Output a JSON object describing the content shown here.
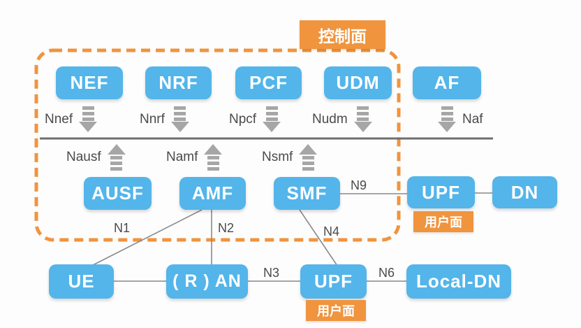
{
  "planes": {
    "control": "控制面",
    "user": "用户面"
  },
  "nodes": {
    "nef": "NEF",
    "nrf": "NRF",
    "pcf": "PCF",
    "udm": "UDM",
    "af": "AF",
    "ausf": "AUSF",
    "amf": "AMF",
    "smf": "SMF",
    "upf_core": "UPF",
    "dn": "DN",
    "ue": "UE",
    "ran": "( R ) AN",
    "upf_edge": "UPF",
    "local_dn": "Local-DN"
  },
  "service_interfaces": {
    "nnef": "Nnef",
    "nnrf": "Nnrf",
    "npcf": "Npcf",
    "nudm": "Nudm",
    "naf": "Naf",
    "nausf": "Nausf",
    "namf": "Namf",
    "nsmf": "Nsmf"
  },
  "reference_points": {
    "n1": "N1",
    "n2": "N2",
    "n3": "N3",
    "n4": "N4",
    "n6": "N6",
    "n9": "N9"
  },
  "colors": {
    "node_blue": "#53B5EA",
    "plane_orange": "#F0943E",
    "bus_line": "#6E6E6E",
    "connection_line": "#8A8A8A",
    "arrow_gray": "#A6A6A6",
    "label_text": "#4A4A4A"
  }
}
